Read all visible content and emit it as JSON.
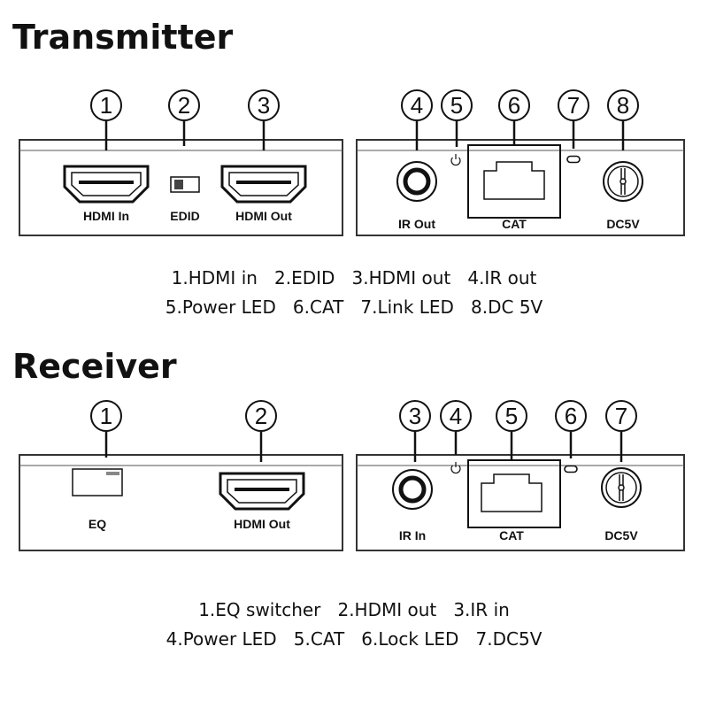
{
  "transmitter": {
    "title": "Transmitter",
    "callouts": [
      "1",
      "2",
      "3",
      "4",
      "5",
      "6",
      "7",
      "8"
    ],
    "ports": {
      "hdmi_in": "HDMI In",
      "edid": "EDID",
      "hdmi_out": "HDMI Out",
      "ir_out": "IR Out",
      "cat": "CAT",
      "dc": "DC5V"
    },
    "legend_line1": "1.HDMI in   2.EDID   3.HDMI out   4.IR out",
    "legend_line2": "5.Power LED   6.CAT   7.Link LED   8.DC 5V"
  },
  "receiver": {
    "title": "Receiver",
    "callouts": [
      "1",
      "2",
      "3",
      "4",
      "5",
      "6",
      "7"
    ],
    "ports": {
      "eq": "EQ",
      "hdmi_out": "HDMI Out",
      "ir_in": "IR In",
      "cat": "CAT",
      "dc": "DC5V"
    },
    "legend_line1": "1.EQ switcher   2.HDMI out   3.IR in",
    "legend_line2": "4.Power LED   5.CAT   6.Lock LED   7.DC5V"
  }
}
